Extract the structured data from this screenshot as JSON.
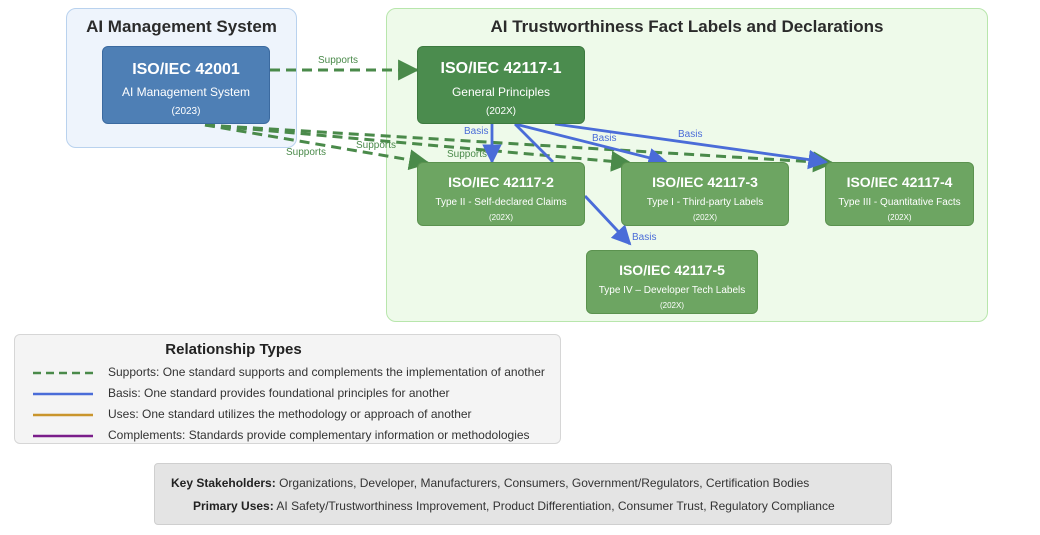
{
  "groups": {
    "ams_title": "AI Management System",
    "trust_title": "AI Trustworthiness Fact Labels and Declarations"
  },
  "nodes": {
    "iso42001": {
      "code": "ISO/IEC 42001",
      "desc": "AI Management System",
      "year": "(2023)",
      "color": "#4e7fb5"
    },
    "iso42117_1": {
      "code": "ISO/IEC 42117-1",
      "desc": "General Principles",
      "year": "(202X)",
      "color": "#4b8c4e"
    },
    "iso42117_2": {
      "code": "ISO/IEC 42117-2",
      "desc": "Type II - Self-declared Claims",
      "year": "(202X)",
      "color": "#6da562"
    },
    "iso42117_3": {
      "code": "ISO/IEC 42117-3",
      "desc": "Type I - Third-party Labels",
      "year": "(202X)",
      "color": "#6da562"
    },
    "iso42117_4": {
      "code": "ISO/IEC 42117-4",
      "desc": "Type III - Quantitative Facts",
      "year": "(202X)",
      "color": "#6da562"
    },
    "iso42117_5": {
      "code": "ISO/IEC 42117-5",
      "desc": "Type IV – Developer Tech Labels",
      "year": "(202X)",
      "color": "#6da562"
    }
  },
  "edges": [
    {
      "from": "iso42001",
      "to": "iso42117_1",
      "type": "supports",
      "label": "Supports"
    },
    {
      "from": "iso42001",
      "to": "iso42117_2",
      "type": "supports",
      "label": "Supports"
    },
    {
      "from": "iso42001",
      "to": "iso42117_3",
      "type": "supports",
      "label": "Supports"
    },
    {
      "from": "iso42001",
      "to": "iso42117_4",
      "type": "supports",
      "label": "Supports"
    },
    {
      "from": "iso42117_1",
      "to": "iso42117_2",
      "type": "basis",
      "label": "Basis"
    },
    {
      "from": "iso42117_1",
      "to": "iso42117_3",
      "type": "basis",
      "label": "Basis"
    },
    {
      "from": "iso42117_1",
      "to": "iso42117_4",
      "type": "basis",
      "label": "Basis"
    },
    {
      "from": "iso42117_2",
      "to": "iso42117_5",
      "type": "basis",
      "label": "Basis"
    }
  ],
  "colors": {
    "supports": "#4a8a4a",
    "basis": "#4a6cd8",
    "uses": "#c9952c",
    "complements": "#7a1d8a"
  },
  "legend": {
    "title": "Relationship Types",
    "items": [
      {
        "type": "supports",
        "text": "Supports: One standard supports and complements the implementation of another"
      },
      {
        "type": "basis",
        "text": "Basis: One standard provides foundational principles for another"
      },
      {
        "type": "uses",
        "text": "Uses: One standard utilizes the methodology or approach of another"
      },
      {
        "type": "complements",
        "text": "Complements: Standards provide complementary information or methodologies"
      }
    ]
  },
  "info": {
    "stakeholders_label": "Key Stakeholders:",
    "stakeholders_value": "Organizations, Developer, Manufacturers, Consumers, Government/Regulators, Certification Bodies",
    "uses_label": "Primary Uses:",
    "uses_value": "AI Safety/Trustworthiness Improvement, Product Differentiation, Consumer Trust, Regulatory Compliance"
  }
}
